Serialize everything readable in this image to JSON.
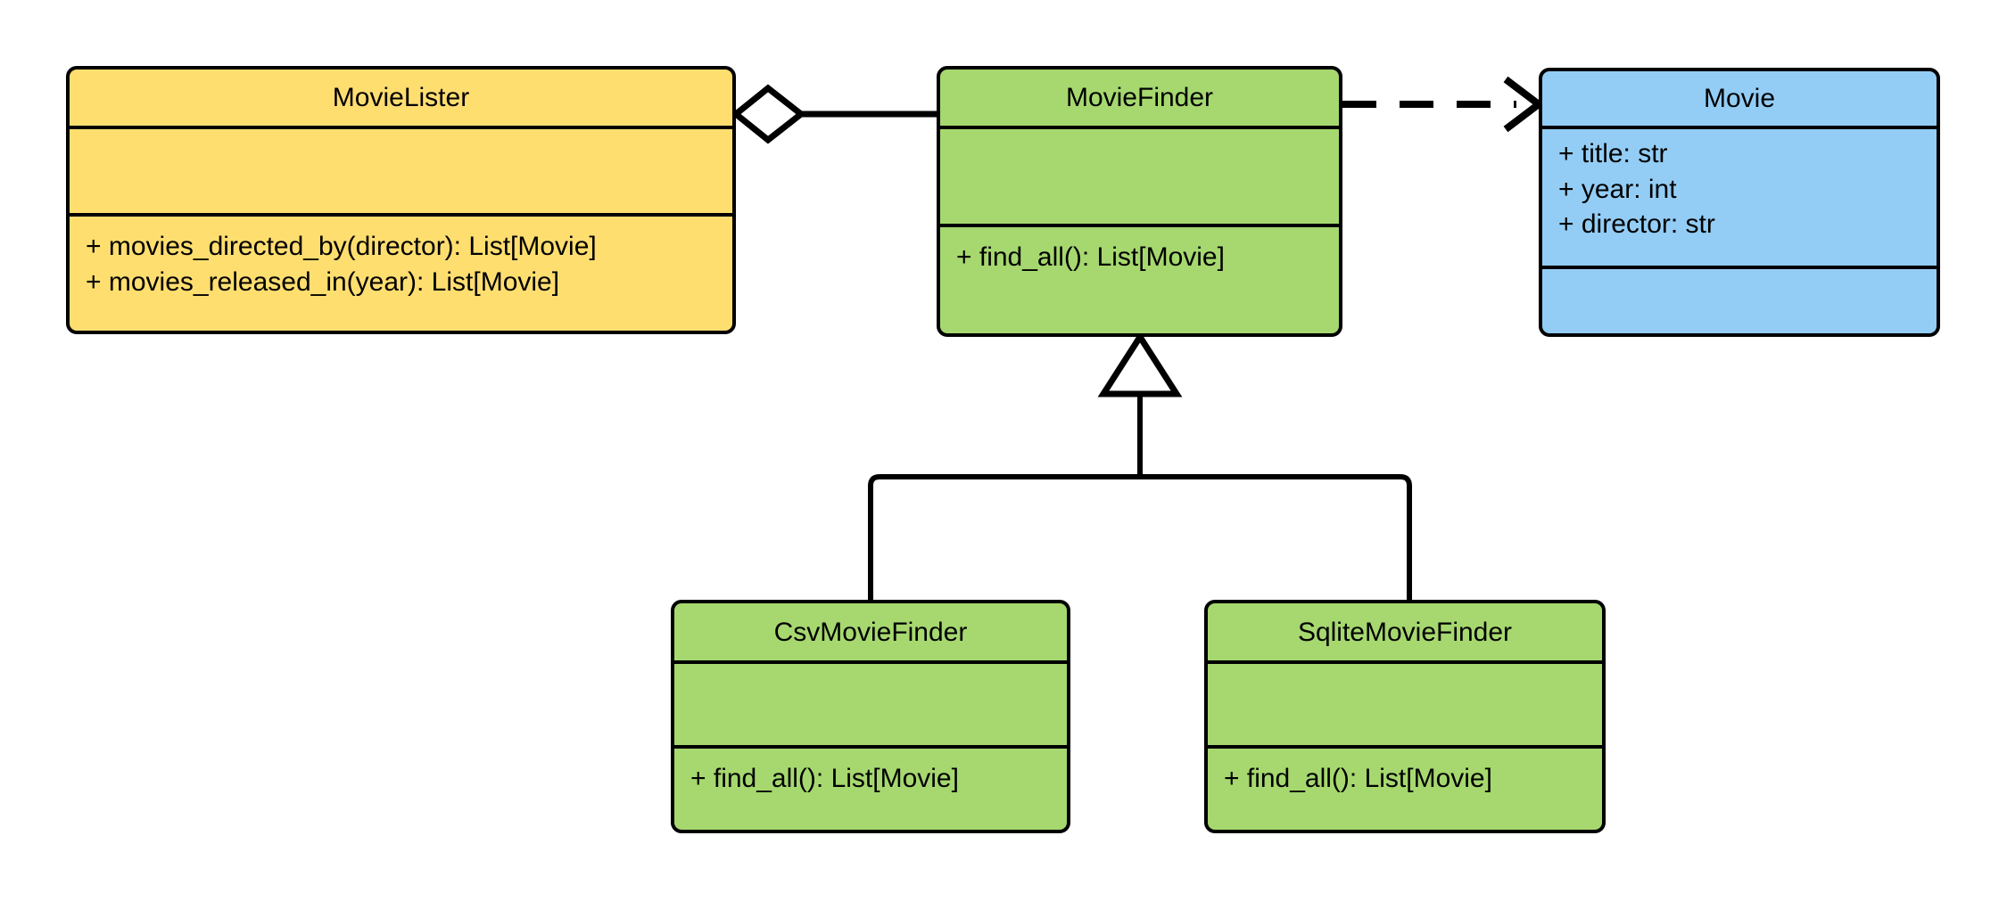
{
  "diagram": {
    "type": "uml-class-diagram",
    "title": "",
    "background_color": "#FFFFFF",
    "line_color": "#000000"
  },
  "classes": [
    {
      "id": "movie-lister",
      "name": "MovieLister",
      "fill_color": "#FFDE70",
      "attributes": [],
      "methods": [
        "+ movies_directed_by(director): List[Movie]",
        "+ movies_released_in(year): List[Movie]"
      ]
    },
    {
      "id": "movie-finder",
      "name": "MovieFinder",
      "fill_color": "#A6D86F",
      "attributes": [],
      "methods": [
        "+ find_all(): List[Movie]"
      ]
    },
    {
      "id": "movie",
      "name": "Movie",
      "fill_color": "#93CDF5",
      "attributes": [
        "+ title: str",
        "+ year: int",
        "+ director: str"
      ],
      "methods": []
    },
    {
      "id": "csv-movie-finder",
      "name": "CsvMovieFinder",
      "fill_color": "#A6D86F",
      "attributes": [],
      "methods": [
        "+ find_all(): List[Movie]"
      ]
    },
    {
      "id": "sqlite-movie-finder",
      "name": "SqliteMovieFinder",
      "fill_color": "#A6D86F",
      "attributes": [],
      "methods": [
        "+ find_all(): List[Movie]"
      ]
    }
  ],
  "relationships": [
    {
      "id": "lister-aggregates-finder",
      "kind": "aggregation",
      "from": "MovieLister",
      "to": "MovieFinder",
      "line_style": "solid",
      "marker": "hollow-diamond"
    },
    {
      "id": "finder-depends-movie",
      "kind": "dependency",
      "from": "MovieFinder",
      "to": "Movie",
      "line_style": "dashed",
      "marker": "open-arrow"
    },
    {
      "id": "csv-inherits-finder",
      "kind": "generalization",
      "from": "CsvMovieFinder",
      "to": "MovieFinder",
      "line_style": "solid",
      "marker": "hollow-triangle"
    },
    {
      "id": "sqlite-inherits-finder",
      "kind": "generalization",
      "from": "SqliteMovieFinder",
      "to": "MovieFinder",
      "line_style": "solid",
      "marker": "hollow-triangle"
    }
  ]
}
